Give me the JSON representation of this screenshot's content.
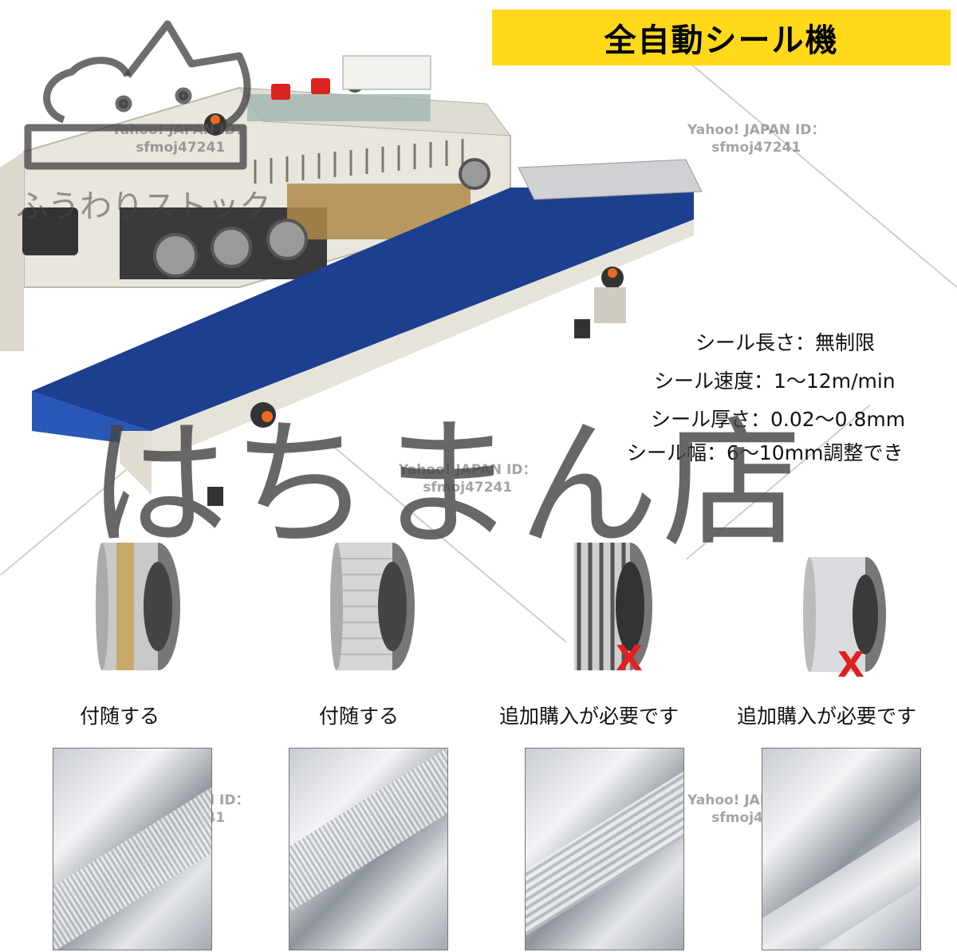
{
  "banner": {
    "title": "全自動シール機"
  },
  "specs": [
    {
      "text": "シール長さ：無制限"
    },
    {
      "text": "シール速度：1〜12m/min"
    },
    {
      "text": "シール厚さ：0.02〜0.8mm"
    },
    {
      "text": "シール幅：6〜10mm調整でき"
    }
  ],
  "watermark": {
    "line1": "Yahoo! JAPAN ID：",
    "line2": "sfmoj47241",
    "store_logo": "ふうわりストック",
    "big_text": "はちまん店"
  },
  "rollers": [
    {
      "caption": "付随する",
      "marked": false
    },
    {
      "caption": "付随する",
      "marked": false
    },
    {
      "caption": "追加購入が必要です",
      "marked": true,
      "mark": "X"
    },
    {
      "caption": "追加購入が必要です",
      "marked": true,
      "mark": "X"
    }
  ],
  "colors": {
    "banner": "#ffd91a",
    "conveyor": "#1d3f8f",
    "mark": "#e02020"
  }
}
